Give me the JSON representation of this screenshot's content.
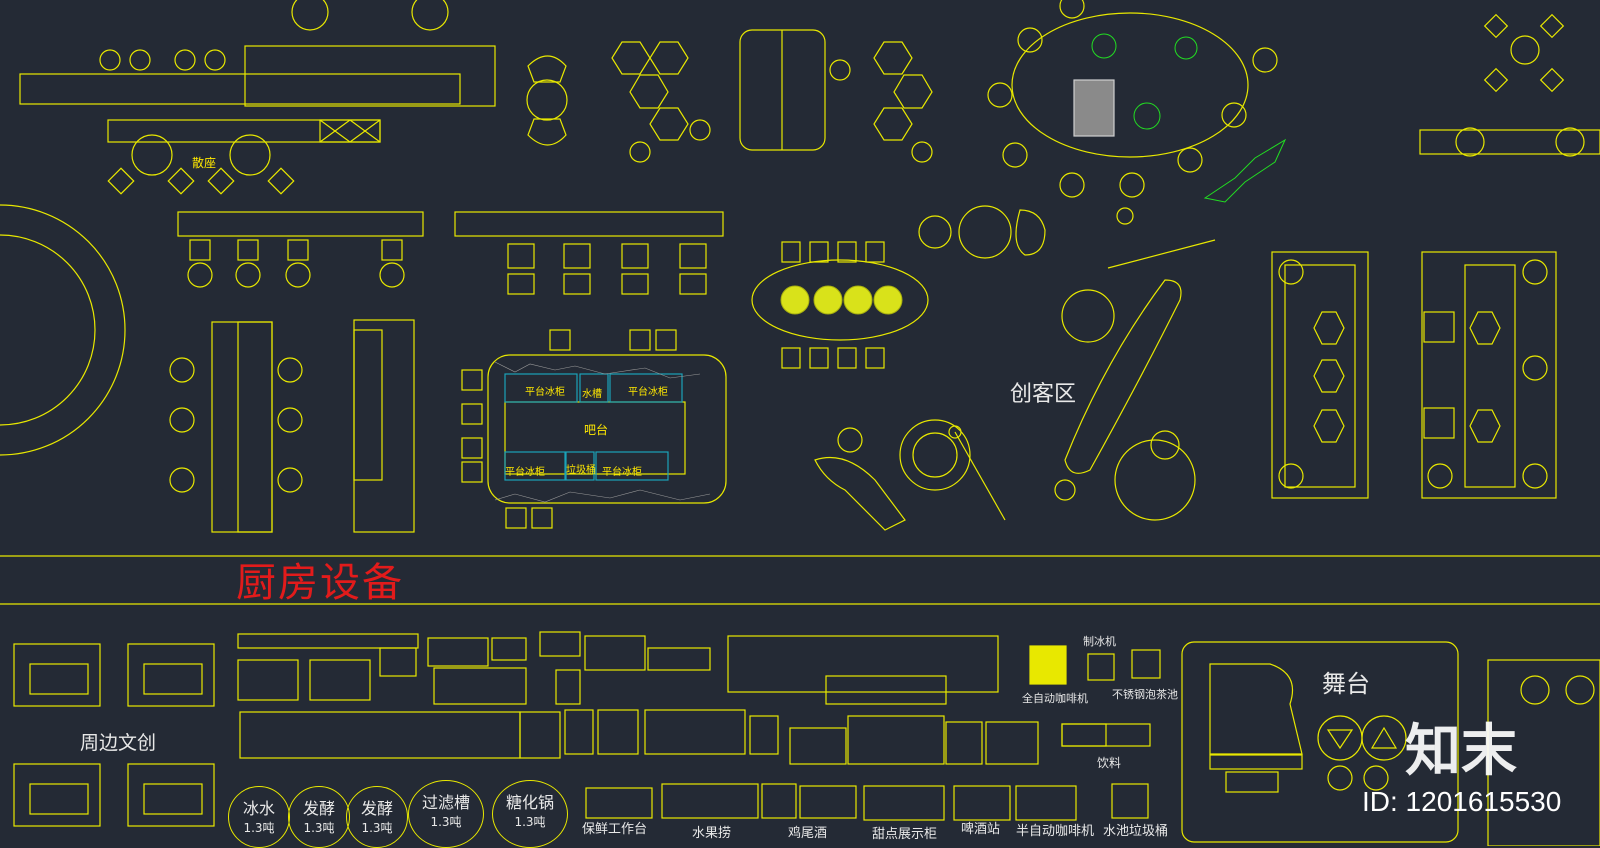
{
  "labels": {
    "sanzuo": "散座",
    "bar": "吧台",
    "platform_fridge_1": "平台冰柜",
    "sink": "水槽",
    "platform_fridge_2": "平台冰柜",
    "platform_fridge_3": "平台冰柜",
    "trash": "垃圾桶",
    "platform_fridge_4": "平台冰柜",
    "maker_zone": "创客区",
    "kitchen_equipment": "厨房设备",
    "merch": "周边文创",
    "stage": "舞台",
    "ice_machine": "制冰机",
    "auto_coffee": "全自动咖啡机",
    "steel_tea_sink": "不锈钢泡茶池",
    "drinks": "饮料",
    "fresh_table": "保鲜工作台",
    "fruit": "水果捞",
    "cocktail": "鸡尾酒",
    "dessert_cabinet": "甜点展示柜",
    "beer_station": "啤酒站",
    "semi_auto_coffee": "半自动咖啡机",
    "sink_trash": "水池垃圾桶"
  },
  "tanks": [
    {
      "name": "冰水",
      "volume": "1.3吨"
    },
    {
      "name": "发酵",
      "volume": "1.3吨"
    },
    {
      "name": "发酵",
      "volume": "1.3吨"
    },
    {
      "name": "过滤槽",
      "volume": "1.3吨"
    },
    {
      "name": "糖化锅",
      "volume": "1.3吨"
    }
  ],
  "watermark": {
    "logo": "知末",
    "id": "ID: 1201615530"
  },
  "colors": {
    "background": "#242a35",
    "line": "#e8e800",
    "red_title": "#e21b1b",
    "plant": "#22dd22",
    "cyan": "#1aa3b8"
  }
}
